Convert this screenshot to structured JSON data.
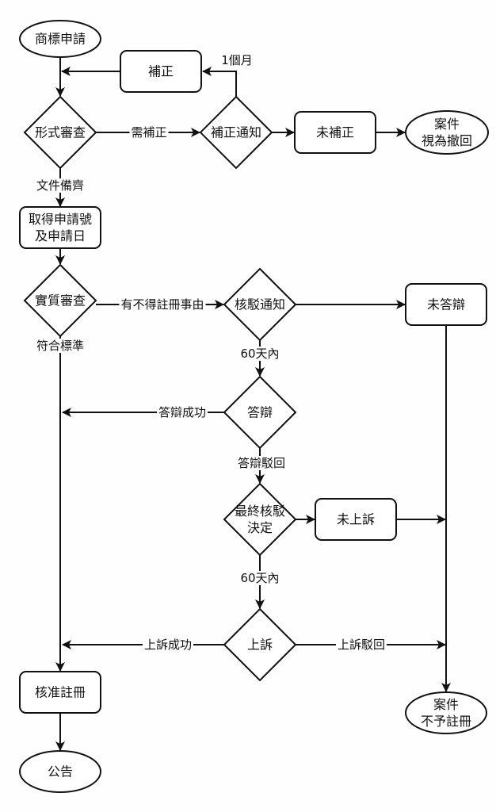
{
  "diagram": {
    "type": "flowchart",
    "colors": {
      "stroke": "#111111",
      "fill": "#ffffff",
      "background": "#fefefe"
    },
    "nodes": {
      "apply": {
        "shape": "terminal",
        "lines": [
          "商標申請"
        ]
      },
      "formal_review": {
        "shape": "decision",
        "lines": [
          "形式審查"
        ]
      },
      "amend": {
        "shape": "process",
        "lines": [
          "補正"
        ]
      },
      "amend_notice": {
        "shape": "decision",
        "lines": [
          "補正通知"
        ]
      },
      "not_amended": {
        "shape": "process",
        "lines": [
          "未補正"
        ]
      },
      "withdrawn": {
        "shape": "terminal",
        "lines": [
          "案件",
          "視為撤回"
        ]
      },
      "get_number": {
        "shape": "process",
        "lines": [
          "取得申請號",
          "及申請日"
        ]
      },
      "substantive_review": {
        "shape": "decision",
        "lines": [
          "實質審查"
        ]
      },
      "rejection_notice": {
        "shape": "decision",
        "lines": [
          "核駁通知"
        ]
      },
      "no_response": {
        "shape": "process",
        "lines": [
          "未答辯"
        ]
      },
      "response": {
        "shape": "decision",
        "lines": [
          "答辯"
        ]
      },
      "final_rejection": {
        "shape": "decision",
        "lines": [
          "最終核駁",
          "決定"
        ]
      },
      "no_appeal": {
        "shape": "process",
        "lines": [
          "未上訴"
        ]
      },
      "appeal": {
        "shape": "decision",
        "lines": [
          "上訴"
        ]
      },
      "approved": {
        "shape": "process",
        "lines": [
          "核准註冊"
        ]
      },
      "announce": {
        "shape": "terminal",
        "lines": [
          "公告"
        ]
      },
      "refused": {
        "shape": "terminal",
        "lines": [
          "案件",
          "不予註冊"
        ]
      }
    },
    "edges": [
      {
        "from": "apply",
        "to": "formal_review",
        "label": ""
      },
      {
        "from": "formal_review",
        "to": "amend_notice",
        "label": "需補正"
      },
      {
        "from": "amend_notice",
        "to": "amend",
        "label": "1個月"
      },
      {
        "from": "amend",
        "to": "formal_review",
        "label": ""
      },
      {
        "from": "amend_notice",
        "to": "not_amended",
        "label": ""
      },
      {
        "from": "not_amended",
        "to": "withdrawn",
        "label": ""
      },
      {
        "from": "formal_review",
        "to": "get_number",
        "label": "文件備齊"
      },
      {
        "from": "get_number",
        "to": "substantive_review",
        "label": ""
      },
      {
        "from": "substantive_review",
        "to": "rejection_notice",
        "label": "有不得註冊事由"
      },
      {
        "from": "substantive_review",
        "to": "approved",
        "label": "符合標準"
      },
      {
        "from": "rejection_notice",
        "to": "no_response",
        "label": ""
      },
      {
        "from": "rejection_notice",
        "to": "response",
        "label": "60天內"
      },
      {
        "from": "response",
        "to": "approved",
        "label": "答辯成功"
      },
      {
        "from": "response",
        "to": "final_rejection",
        "label": "答辯駁回"
      },
      {
        "from": "final_rejection",
        "to": "no_appeal",
        "label": ""
      },
      {
        "from": "no_appeal",
        "to": "refused",
        "label": ""
      },
      {
        "from": "final_rejection",
        "to": "appeal",
        "label": "60天內"
      },
      {
        "from": "appeal",
        "to": "approved",
        "label": "上訴成功"
      },
      {
        "from": "appeal",
        "to": "refused",
        "label": "上訴駁回"
      },
      {
        "from": "no_response",
        "to": "refused",
        "label": ""
      },
      {
        "from": "approved",
        "to": "announce",
        "label": ""
      }
    ]
  }
}
